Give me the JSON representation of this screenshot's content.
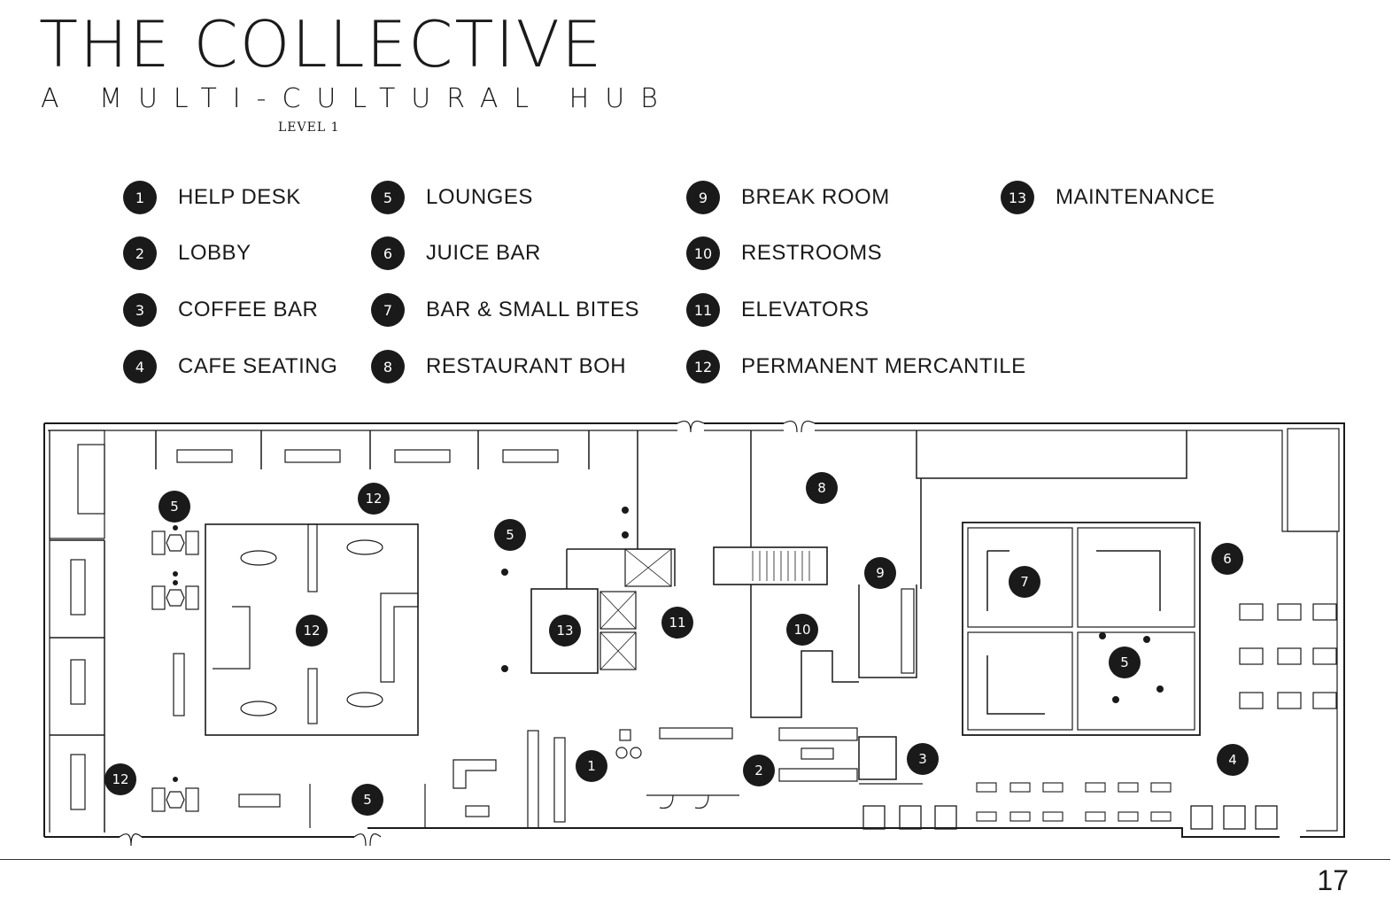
{
  "header": {
    "title": "THE COLLECTIVE",
    "subtitle": "A MULTI-CULTURAL HUB",
    "level": "LEVEL 1"
  },
  "legend": [
    {
      "num": "1",
      "label": "HELP DESK"
    },
    {
      "num": "2",
      "label": "LOBBY"
    },
    {
      "num": "3",
      "label": "COFFEE BAR"
    },
    {
      "num": "4",
      "label": "CAFE SEATING"
    },
    {
      "num": "5",
      "label": "LOUNGES"
    },
    {
      "num": "6",
      "label": "JUICE BAR"
    },
    {
      "num": "7",
      "label": "BAR & SMALL BITES"
    },
    {
      "num": "8",
      "label": "RESTAURANT BOH"
    },
    {
      "num": "9",
      "label": "BREAK ROOM"
    },
    {
      "num": "10",
      "label": "RESTROOMS"
    },
    {
      "num": "11",
      "label": "ELEVATORS"
    },
    {
      "num": "12",
      "label": "PERMANENT MERCANTILE"
    },
    {
      "num": "13",
      "label": "MAINTENANCE"
    }
  ],
  "plan_markers": {
    "m1": "1",
    "m2": "2",
    "m3": "3",
    "m4": "4",
    "m5a": "5",
    "m5b": "5",
    "m5c": "5",
    "m5d": "5",
    "m6": "6",
    "m7": "7",
    "m8": "8",
    "m9": "9",
    "m10": "10",
    "m11": "11",
    "m12a": "12",
    "m12b": "12",
    "m12c": "12",
    "m13": "13"
  },
  "footer": {
    "page_number": "17"
  },
  "colors": {
    "ink": "#1a1a1a",
    "background": "#ffffff"
  }
}
